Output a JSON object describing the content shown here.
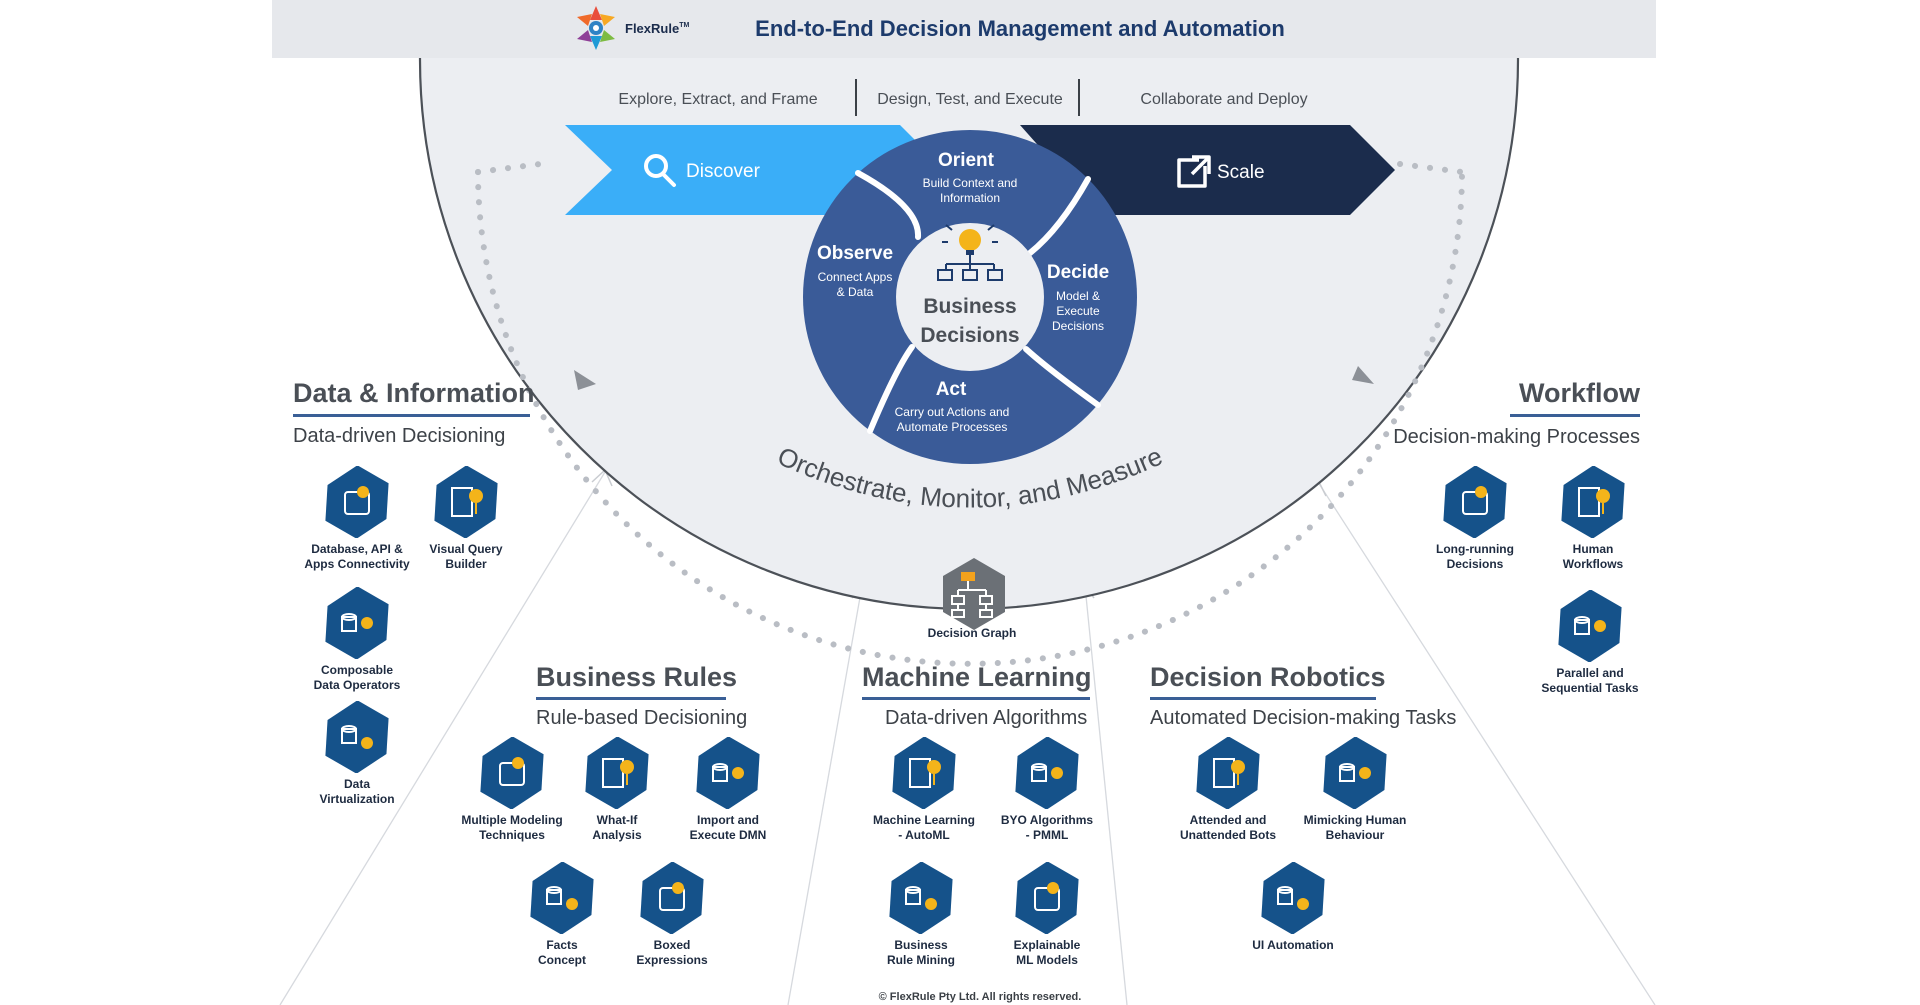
{
  "header": {
    "logo_text": "FlexRule",
    "logo_tm": "TM",
    "title": "End-to-End Decision Management and Automation"
  },
  "phases": {
    "explore": "Explore, Extract, and Frame",
    "design": "Design, Test, and Execute",
    "collaborate": "Collaborate and Deploy"
  },
  "arrows": {
    "discover": "Discover",
    "scale": "Scale"
  },
  "cycle": {
    "center": "Business\nDecisions",
    "orient": {
      "title": "Orient",
      "desc": "Build Context and\nInformation"
    },
    "decide": {
      "title": "Decide",
      "desc": "Model &\nExecute\nDecisions"
    },
    "act": {
      "title": "Act",
      "desc": "Carry out Actions and\nAutomate Processes"
    },
    "observe": {
      "title": "Observe",
      "desc": "Connect Apps\n& Data"
    }
  },
  "orchestrate": "Orchestrate, Monitor, and Measure",
  "decision_graph": "Decision Graph",
  "sections": {
    "data": {
      "title": "Data & Information",
      "subtitle": "Data-driven Decisioning",
      "items": [
        "Database, API &\nApps Connectivity",
        "Visual Query\nBuilder",
        "Composable\nData Operators",
        "Data\nVirtualization"
      ]
    },
    "rules": {
      "title": "Business Rules",
      "subtitle": "Rule-based Decisioning",
      "items": [
        "Multiple Modeling\nTechniques",
        "What-If\nAnalysis",
        "Import and\nExecute DMN",
        "Facts\nConcept",
        "Boxed\nExpressions"
      ]
    },
    "ml": {
      "title": "Machine Learning",
      "subtitle": "Data-driven Algorithms",
      "items": [
        "Machine Learning\n- AutoML",
        "BYO Algorithms\n- PMML",
        "Business\nRule Mining",
        "Explainable\nML Models"
      ]
    },
    "robotics": {
      "title": "Decision Robotics",
      "subtitle": "Automated Decision-making Tasks",
      "items": [
        "Attended and\nUnattended Bots",
        "Mimicking Human\nBehaviour",
        "UI Automation"
      ]
    },
    "workflow": {
      "title": "Workflow",
      "subtitle": "Decision-making Processes",
      "items": [
        "Long-running\nDecisions",
        "Human\nWorkflows",
        "Parallel and\nSequential Tasks"
      ]
    }
  },
  "copyright": "© FlexRule Pty Ltd. All rights reserved.",
  "colors": {
    "header_bg": "#e6e8ec",
    "navy": "#1d3b6c",
    "dark_navy": "#1b2c4c",
    "sky": "#3aaef8",
    "hex": "#15528a",
    "gold": "#f4b41a",
    "semicircle": "#eceef2"
  },
  "icons": {
    "discover": "search-icon",
    "scale": "external-link-icon",
    "center": "lightbulb-org-icon",
    "decision_graph": "flowchart-icon"
  }
}
